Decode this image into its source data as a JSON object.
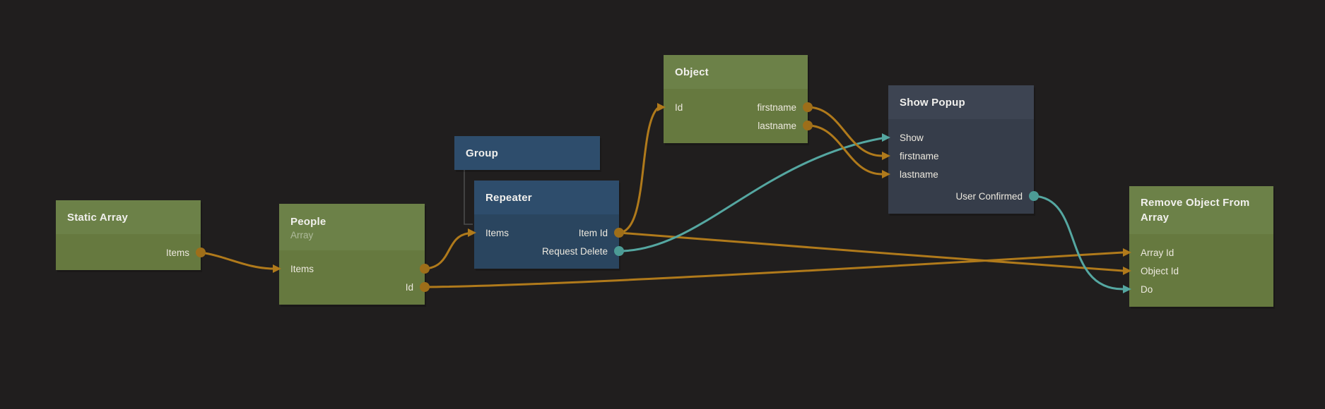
{
  "app": "node-graph-editor",
  "colors": {
    "background": "#201E1E",
    "orange": "#B07A1B",
    "orange_dot": "#9E6E19",
    "teal": "#55A7A1",
    "teal_dot": "#4C9B95",
    "green_header": "#6C8148",
    "green_body": "#66793F",
    "blue_header": "#2E4D6C",
    "blue_body": "#2A455F",
    "dark_header": "#3D4452",
    "dark_body": "#363D4A",
    "hierarchy_line": "#4E4E4E"
  },
  "nodes": [
    {
      "title": "Static Array",
      "type": "green",
      "rows": [
        {
          "right": "Items"
        }
      ]
    },
    {
      "title": "People",
      "subtitle": "Array",
      "type": "green",
      "rows": [
        {
          "left": "Items"
        },
        {
          "right": "Id"
        }
      ]
    },
    {
      "title": "Group",
      "type": "blue",
      "rows": []
    },
    {
      "title": "Repeater",
      "type": "blue",
      "rows": [
        {
          "left": "Items",
          "right": "Item Id"
        },
        {
          "right": "Request Delete"
        }
      ]
    },
    {
      "title": "Object",
      "type": "green",
      "rows": [
        {
          "left": "Id",
          "right": "firstname"
        },
        {
          "right": "lastname"
        }
      ]
    },
    {
      "title": "Show Popup",
      "type": "dark",
      "rows": [
        {
          "left": "Show"
        },
        {
          "left": "firstname"
        },
        {
          "left": "lastname"
        },
        {
          "right": "User Confirmed"
        }
      ]
    },
    {
      "title": "Remove Object From Array",
      "type": "green",
      "rows": [
        {
          "left": "Array Id"
        },
        {
          "left": "Object Id"
        },
        {
          "left": "Do"
        }
      ]
    }
  ],
  "connections": [
    {
      "from": "Static Array.Items",
      "to": "People.Items",
      "color": "orange"
    },
    {
      "from": "People.Items",
      "to": "Repeater.Items",
      "color": "orange"
    },
    {
      "from": "People.Id",
      "to": "Remove Object From Array.Array Id",
      "color": "orange"
    },
    {
      "from": "Repeater.Item Id",
      "to": "Object.Id",
      "color": "orange"
    },
    {
      "from": "Repeater.Item Id",
      "to": "Remove Object From Array.Object Id",
      "color": "orange"
    },
    {
      "from": "Repeater.Request Delete",
      "to": "Show Popup.Show",
      "color": "teal"
    },
    {
      "from": "Object.firstname",
      "to": "Show Popup.firstname",
      "color": "orange"
    },
    {
      "from": "Object.lastname",
      "to": "Show Popup.lastname",
      "color": "orange"
    },
    {
      "from": "Show Popup.User Confirmed",
      "to": "Remove Object From Array.Do",
      "color": "teal"
    },
    {
      "from": "Group",
      "to": "Repeater",
      "color": "gray",
      "type": "parent-child"
    }
  ]
}
